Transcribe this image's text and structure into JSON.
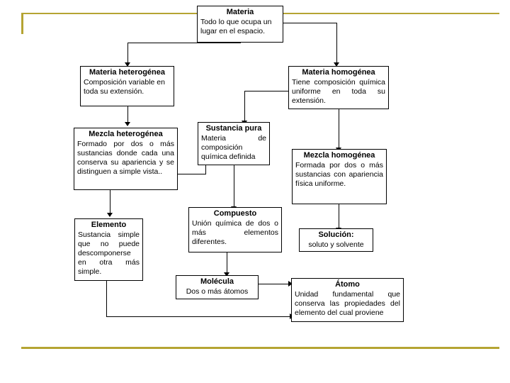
{
  "slide": {
    "accent_color": "#b5a433",
    "background": "#ffffff",
    "border_color": "#000000"
  },
  "nodes": [
    {
      "id": "materia",
      "title": "Materia",
      "body": "Todo lo que ocupa un lugar en el espacio.",
      "align": "left"
    },
    {
      "id": "materia-heterogenea",
      "title": "Materia heterogénea",
      "body": "Composición variable en toda su extensión.",
      "align": "left"
    },
    {
      "id": "materia-homogenea",
      "title": "Materia homogénea",
      "body": "Tiene composición química uniforme en toda su extensión.",
      "align": "justify"
    },
    {
      "id": "mezcla-heterogenea",
      "title": "Mezcla heterogénea",
      "body": "Formado por dos o más sustancias donde cada una conserva su apariencia y se distinguen a simple vista..",
      "align": "justify"
    },
    {
      "id": "sustancia-pura",
      "title": "Sustancia pura",
      "body": "Materia de composición química definida",
      "align": "justify"
    },
    {
      "id": "mezcla-homogenea",
      "title": "Mezcla homogénea",
      "body": "Formada por dos o más sustancias con apariencia física uniforme.",
      "align": "justify"
    },
    {
      "id": "elemento",
      "title": "Elemento",
      "body": "Sustancia simple que no puede descomponerse en otra más simple.",
      "align": "justify"
    },
    {
      "id": "compuesto",
      "title": "Compuesto",
      "body": "Unión química de dos o más elementos diferentes.",
      "align": "justify"
    },
    {
      "id": "solucion",
      "title": "Solución:",
      "body": "soluto y solvente",
      "align": "center"
    },
    {
      "id": "molecula",
      "title": "Molécula",
      "body": "Dos o más átomos",
      "align": "center"
    },
    {
      "id": "atomo",
      "title": "Átomo",
      "body": "Unidad fundamental que conserva las propiedades del elemento del cual proviene",
      "align": "justify"
    }
  ]
}
